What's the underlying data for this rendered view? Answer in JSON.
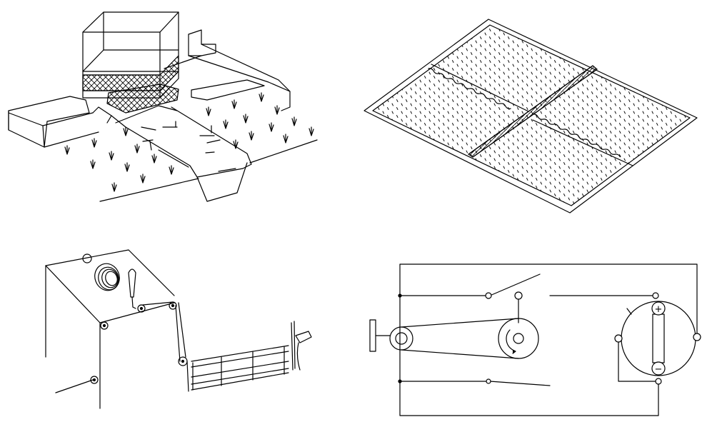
{
  "panels": [
    {
      "id": "irrigation-channel",
      "elements": [
        "settling-box",
        "mesh-screen",
        "inlet-channel",
        "ground-slabs",
        "ditch-channel",
        "vegetation"
      ]
    },
    {
      "id": "drainage-plate",
      "elements": [
        "perforated-panels",
        "center-cross-joint",
        "wavy-seams"
      ]
    },
    {
      "id": "belt-machine",
      "elements": [
        "cabinet",
        "coil",
        "tool-arm",
        "pulleys",
        "belt",
        "slatted-gate",
        "post"
      ]
    },
    {
      "id": "motor-circuit",
      "elements": [
        "wire-frame",
        "switch",
        "flywheel",
        "belt-drive",
        "battery-circle",
        "plus-terminal",
        "minus-terminal",
        "contacts"
      ]
    }
  ],
  "colors": {
    "stroke": "#000000",
    "background": "#ffffff"
  },
  "terminals": {
    "plus": "+",
    "minus": "−"
  }
}
